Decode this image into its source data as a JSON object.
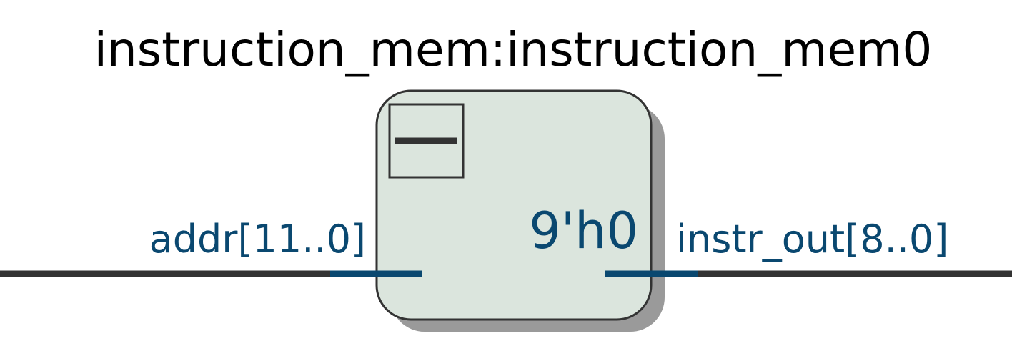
{
  "block": {
    "instance_name": "instruction_mem:instruction_mem0",
    "constant_value": "9'h0",
    "symbol_icon": "minus-icon"
  },
  "ports": {
    "input": {
      "label": "addr[11..0]"
    },
    "output": {
      "label": "instr_out[8..0]"
    }
  },
  "colors": {
    "block_fill": "#dbe5dd",
    "block_stroke": "#333333",
    "shadow": "#9a9a9a",
    "wire": "#333333",
    "port_accent": "#0a4870",
    "title": "#000000"
  }
}
